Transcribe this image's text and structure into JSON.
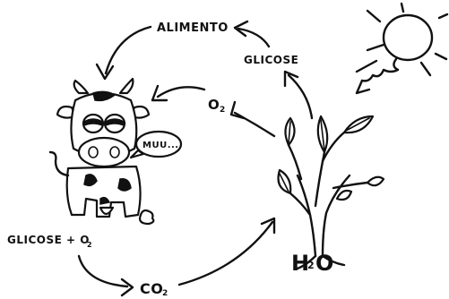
{
  "labels": {
    "food": "ALIMENTO",
    "glucose_top": "GLICOSE",
    "oxygen": "O",
    "oxygen_sub": "2",
    "speech": "MUU...",
    "glucose_bottom": "GLICOSE + O",
    "glucose_bottom_sub": "2",
    "co2": "CO",
    "co2_sub": "2",
    "water_h": "H",
    "water_sub": "2",
    "water_o": "O"
  }
}
